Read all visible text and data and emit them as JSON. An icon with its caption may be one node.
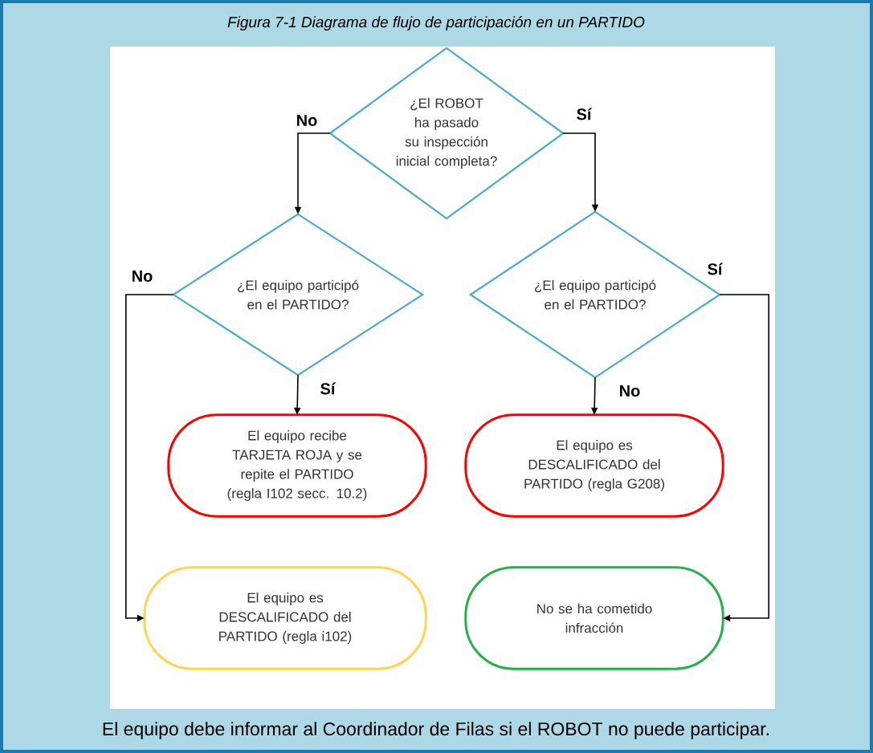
{
  "diagram": {
    "title": "Figura 7-1 Diagrama de flujo de participación en un PARTIDO",
    "caption": "El equipo debe informar al Coordinador de Filas si el ROBOT no puede participar.",
    "nodes": [
      {
        "text": [
          "¿El ROBOT ha pasado su inspección inicial completa?"
        ]
      },
      {
        "text": [
          "¿El equipo participó en el PARTIDO?"
        ]
      },
      {
        "text": [
          "¿El equipo participó en el PARTIDO?"
        ]
      },
      {
        "text": [
          "El equipo recibe TARJETA ROJA y se repite el PARTIDO (regla I102 secc. 10.2)"
        ]
      },
      {
        "text": [
          "El equipo es DESCALIFICADO del PARTIDO (regla G208)"
        ]
      },
      {
        "text": [
          "El equipo es DESCALIFICADO del PARTIDO (regla i102)"
        ]
      },
      {
        "text": [
          "No se ha cometido infracción"
        ]
      }
    ],
    "edges": [
      {
        "from": 0,
        "to": 1,
        "arrow": "to",
        "label": "No"
      },
      {
        "from": 0,
        "to": 2,
        "arrow": "to",
        "label": "Sí"
      },
      {
        "from": 1,
        "to": 3,
        "arrow": "to",
        "label": "Sí"
      },
      {
        "from": 1,
        "to": 5,
        "arrow": "to",
        "label": "No"
      },
      {
        "from": 2,
        "to": 4,
        "arrow": "to",
        "label": "No"
      },
      {
        "from": 2,
        "to": 6,
        "arrow": "to",
        "label": "Sí"
      }
    ]
  }
}
